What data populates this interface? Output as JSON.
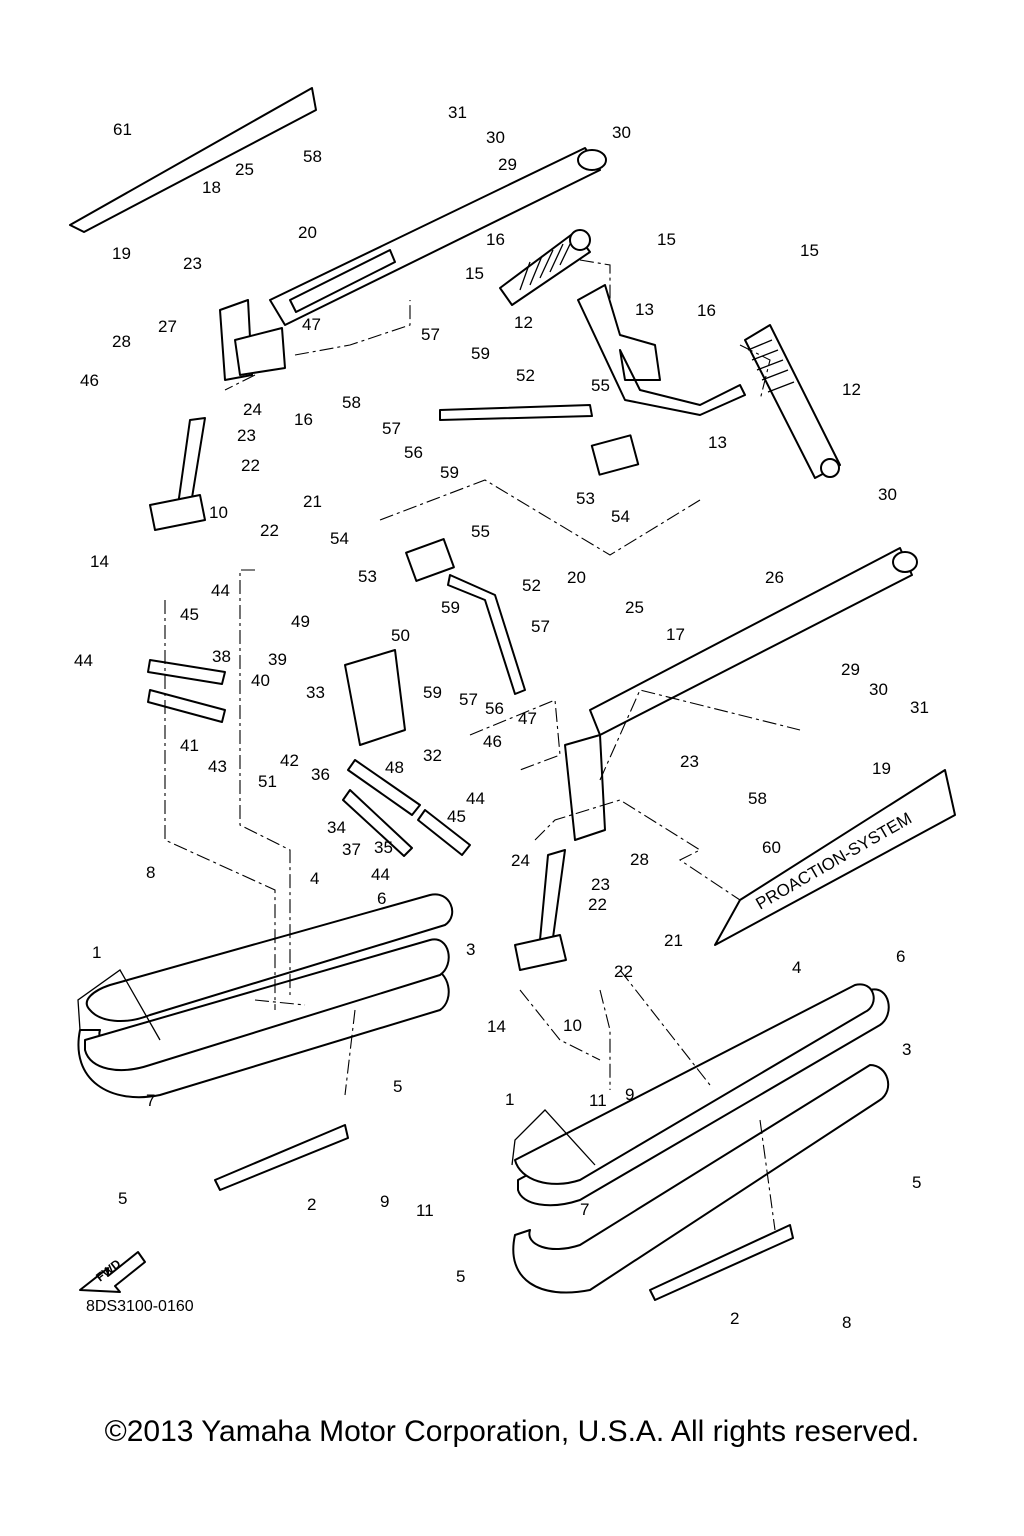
{
  "diagram": {
    "reference_code": "8DS3100-0160",
    "copyright": "©2013 Yamaha Motor Corporation, U.S.A. All rights reserved.",
    "fwd_label": "FWD",
    "decal_text": "PROACTION-SYSTEM",
    "callouts": [
      {
        "n": "1"
      },
      {
        "n": "1"
      },
      {
        "n": "2"
      },
      {
        "n": "2"
      },
      {
        "n": "3"
      },
      {
        "n": "3"
      },
      {
        "n": "4"
      },
      {
        "n": "4"
      },
      {
        "n": "5"
      },
      {
        "n": "5"
      },
      {
        "n": "5"
      },
      {
        "n": "5"
      },
      {
        "n": "6"
      },
      {
        "n": "6"
      },
      {
        "n": "7"
      },
      {
        "n": "7"
      },
      {
        "n": "8"
      },
      {
        "n": "8"
      },
      {
        "n": "9"
      },
      {
        "n": "9"
      },
      {
        "n": "10"
      },
      {
        "n": "10"
      },
      {
        "n": "11"
      },
      {
        "n": "11"
      },
      {
        "n": "12"
      },
      {
        "n": "12"
      },
      {
        "n": "13"
      },
      {
        "n": "13"
      },
      {
        "n": "14"
      },
      {
        "n": "14"
      },
      {
        "n": "15"
      },
      {
        "n": "15"
      },
      {
        "n": "15"
      },
      {
        "n": "16"
      },
      {
        "n": "16"
      },
      {
        "n": "16"
      },
      {
        "n": "17"
      },
      {
        "n": "18"
      },
      {
        "n": "19"
      },
      {
        "n": "19"
      },
      {
        "n": "20"
      },
      {
        "n": "20"
      },
      {
        "n": "21"
      },
      {
        "n": "21"
      },
      {
        "n": "22"
      },
      {
        "n": "22"
      },
      {
        "n": "22"
      },
      {
        "n": "22"
      },
      {
        "n": "23"
      },
      {
        "n": "23"
      },
      {
        "n": "23"
      },
      {
        "n": "23"
      },
      {
        "n": "24"
      },
      {
        "n": "24"
      },
      {
        "n": "25"
      },
      {
        "n": "25"
      },
      {
        "n": "26"
      },
      {
        "n": "27"
      },
      {
        "n": "28"
      },
      {
        "n": "28"
      },
      {
        "n": "29"
      },
      {
        "n": "29"
      },
      {
        "n": "30"
      },
      {
        "n": "30"
      },
      {
        "n": "30"
      },
      {
        "n": "30"
      },
      {
        "n": "31"
      },
      {
        "n": "31"
      },
      {
        "n": "32"
      },
      {
        "n": "33"
      },
      {
        "n": "34"
      },
      {
        "n": "35"
      },
      {
        "n": "36"
      },
      {
        "n": "37"
      },
      {
        "n": "38"
      },
      {
        "n": "39"
      },
      {
        "n": "40"
      },
      {
        "n": "41"
      },
      {
        "n": "42"
      },
      {
        "n": "43"
      },
      {
        "n": "44"
      },
      {
        "n": "44"
      },
      {
        "n": "44"
      },
      {
        "n": "44"
      },
      {
        "n": "45"
      },
      {
        "n": "45"
      },
      {
        "n": "46"
      },
      {
        "n": "46"
      },
      {
        "n": "47"
      },
      {
        "n": "47"
      },
      {
        "n": "48"
      },
      {
        "n": "49"
      },
      {
        "n": "50"
      },
      {
        "n": "51"
      },
      {
        "n": "52"
      },
      {
        "n": "52"
      },
      {
        "n": "53"
      },
      {
        "n": "53"
      },
      {
        "n": "54"
      },
      {
        "n": "54"
      },
      {
        "n": "55"
      },
      {
        "n": "55"
      },
      {
        "n": "56"
      },
      {
        "n": "56"
      },
      {
        "n": "57"
      },
      {
        "n": "57"
      },
      {
        "n": "57"
      },
      {
        "n": "57"
      },
      {
        "n": "58"
      },
      {
        "n": "58"
      },
      {
        "n": "58"
      },
      {
        "n": "59"
      },
      {
        "n": "59"
      },
      {
        "n": "59"
      },
      {
        "n": "59"
      },
      {
        "n": "60"
      },
      {
        "n": "61"
      }
    ]
  }
}
